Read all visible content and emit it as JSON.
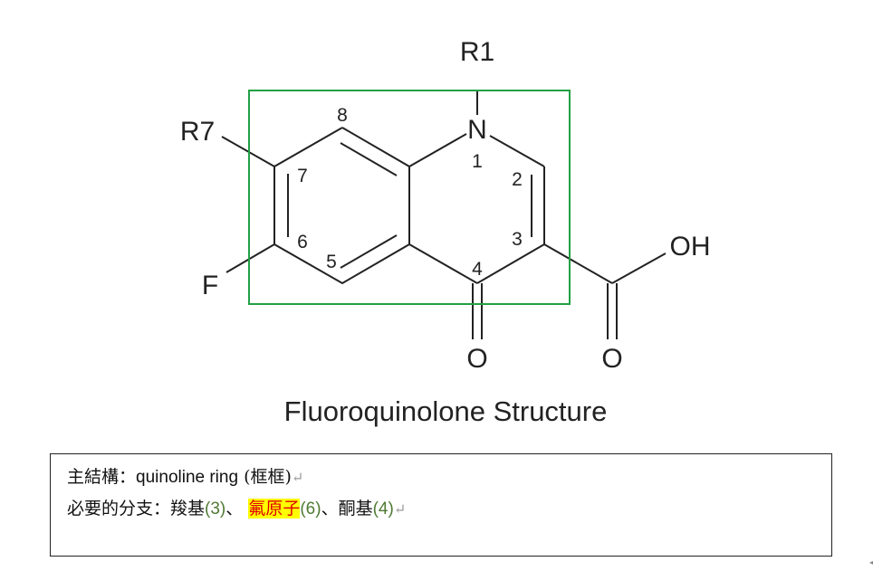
{
  "structure": {
    "title": "Fluoroquinolone Structure",
    "atoms": {
      "r1": "R1",
      "n1": "N",
      "r7": "R7",
      "f": "F",
      "oh": "OH",
      "o_keto": "O",
      "o_acid": "O"
    },
    "positions": [
      "8",
      "1",
      "2",
      "7",
      "3",
      "6",
      "5",
      "4"
    ],
    "box_color": "#22a045"
  },
  "note": {
    "line1_prefix": "主結構：",
    "line1_text": "quinoline ring",
    "line1_paren": "(框框)",
    "line2_prefix": "必要的分支：",
    "carboxyl": "羧基",
    "carboxyl_pos": "(3)",
    "sep1": "、",
    "fluorine": "氟原子",
    "fluorine_pos": "(6)",
    "sep2": "、",
    "ketone": "酮基",
    "ketone_pos": "(4)",
    "return_mark": "↵"
  }
}
